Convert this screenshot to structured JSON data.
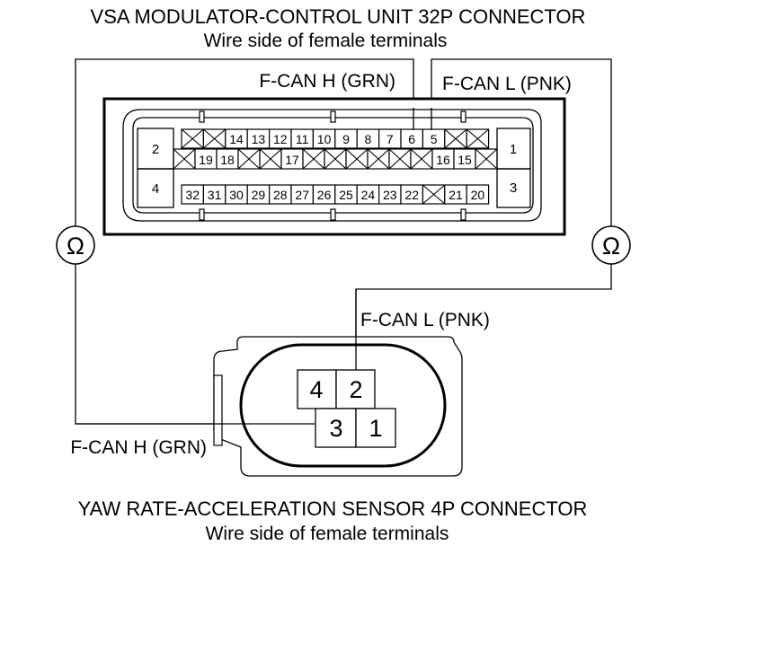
{
  "vsa_connector": {
    "title": "VSA MODULATOR-CONTROL UNIT 32P CONNECTOR",
    "subtitle": "Wire side of female terminals",
    "wire_h_label": "F-CAN H (GRN)",
    "wire_l_label": "F-CAN L (PNK)",
    "side_pins": {
      "p1": "1",
      "p2": "2",
      "p3": "3",
      "p4": "4"
    },
    "row1": [
      "",
      "",
      "14",
      "13",
      "12",
      "11",
      "10",
      "9",
      "8",
      "7",
      "6",
      "5",
      "",
      ""
    ],
    "row2": [
      "",
      "19",
      "18",
      "",
      "",
      "17",
      "",
      "",
      "",
      "",
      "",
      "",
      "16",
      "15",
      ""
    ],
    "row3": [
      "32",
      "31",
      "30",
      "29",
      "28",
      "27",
      "26",
      "25",
      "24",
      "23",
      "22",
      "",
      "21",
      "20"
    ]
  },
  "meters": {
    "left_symbol": "Ω",
    "right_symbol": "Ω"
  },
  "sensor_connector": {
    "title": "YAW RATE-ACCELERATION SENSOR 4P CONNECTOR",
    "subtitle": "Wire side of female terminals",
    "wire_h_label": "F-CAN H (GRN)",
    "wire_l_label": "F-CAN L (PNK)",
    "pins": {
      "p1": "1",
      "p2": "2",
      "p3": "3",
      "p4": "4"
    }
  }
}
